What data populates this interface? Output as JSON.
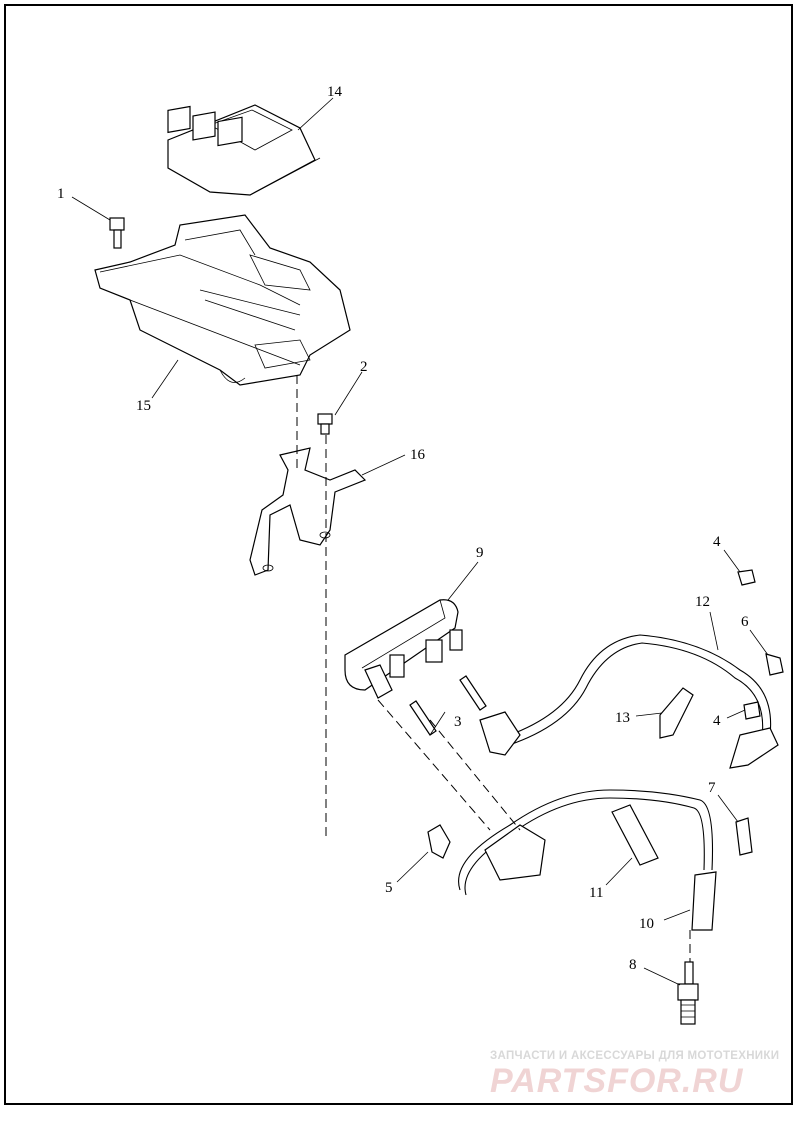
{
  "callouts": [
    {
      "id": "c1",
      "label": "1"
    },
    {
      "id": "c2",
      "label": "2"
    },
    {
      "id": "c3",
      "label": "3"
    },
    {
      "id": "c4a",
      "label": "4"
    },
    {
      "id": "c4b",
      "label": "4"
    },
    {
      "id": "c5",
      "label": "5"
    },
    {
      "id": "c6",
      "label": "6"
    },
    {
      "id": "c7",
      "label": "7"
    },
    {
      "id": "c8",
      "label": "8"
    },
    {
      "id": "c9",
      "label": "9"
    },
    {
      "id": "c10",
      "label": "10"
    },
    {
      "id": "c11",
      "label": "11"
    },
    {
      "id": "c12",
      "label": "12"
    },
    {
      "id": "c13",
      "label": "13"
    },
    {
      "id": "c14",
      "label": "14"
    },
    {
      "id": "c15",
      "label": "15"
    },
    {
      "id": "c16",
      "label": "16"
    }
  ],
  "watermark": {
    "subtitle": "ЗАПЧАСТИ И АКСЕССУАРЫ ДЛЯ МОТОТЕХНИКИ",
    "brand": "PARTSFOR.RU"
  }
}
